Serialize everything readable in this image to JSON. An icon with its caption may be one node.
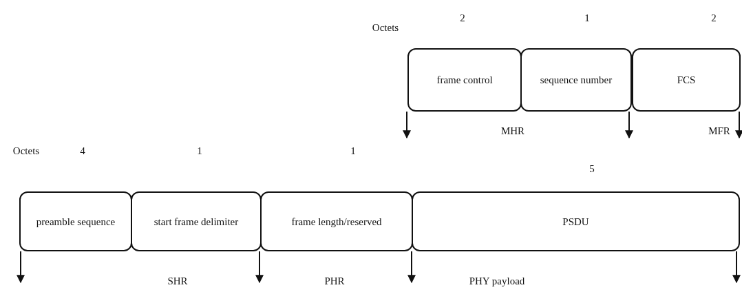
{
  "diagram": {
    "nodes": [
      {
        "text": [
          "frame control"
        ]
      },
      {
        "text": [
          "sequence number"
        ]
      },
      {
        "text": [
          "FCS"
        ]
      },
      {
        "text": [
          "preamble sequence"
        ]
      },
      {
        "text": [
          "start frame delimiter"
        ]
      },
      {
        "text": [
          "frame length/reserved"
        ]
      },
      {
        "text": [
          "PSDU"
        ]
      }
    ],
    "labels": [
      "Octets",
      "2",
      "1",
      "2",
      "MHR",
      "MFR",
      "Octets",
      "4",
      "1",
      "1",
      "5",
      "SHR",
      "PHR",
      "PHY payload"
    ]
  }
}
